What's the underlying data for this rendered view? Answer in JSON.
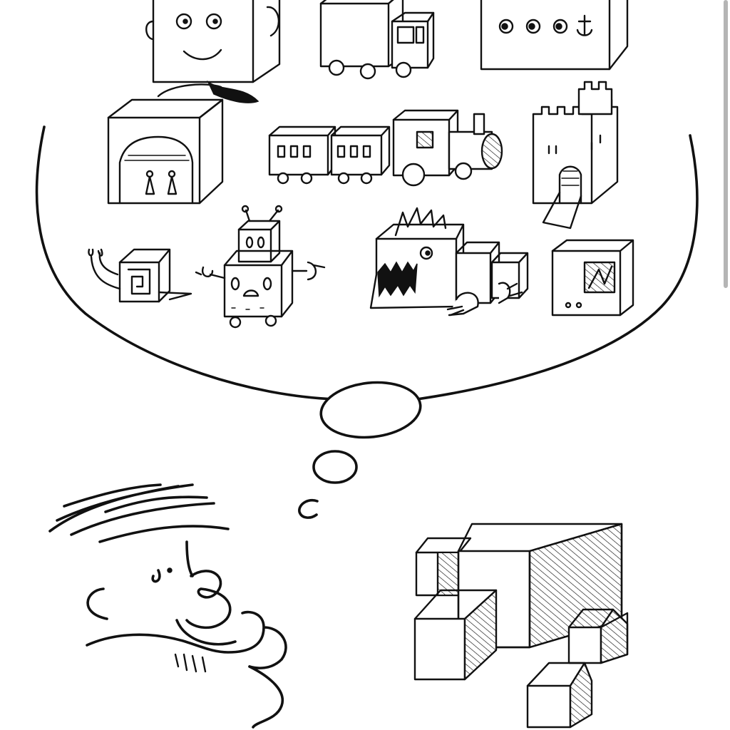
{
  "colors": {
    "ink": "#111111",
    "paper": "#ffffff",
    "scrollbar_thumb": "#b5b5b5"
  },
  "illustration": {
    "thought_bubble_objects": [
      "box-head-face",
      "delivery-truck",
      "porthole-box",
      "fireplace-box",
      "train",
      "castle",
      "snail-box",
      "robot",
      "box-monster",
      "television-box"
    ],
    "foreground": [
      "thinking-face",
      "stack-of-cardboard-boxes"
    ]
  },
  "scroll": {
    "progress_fraction": 0.39
  }
}
